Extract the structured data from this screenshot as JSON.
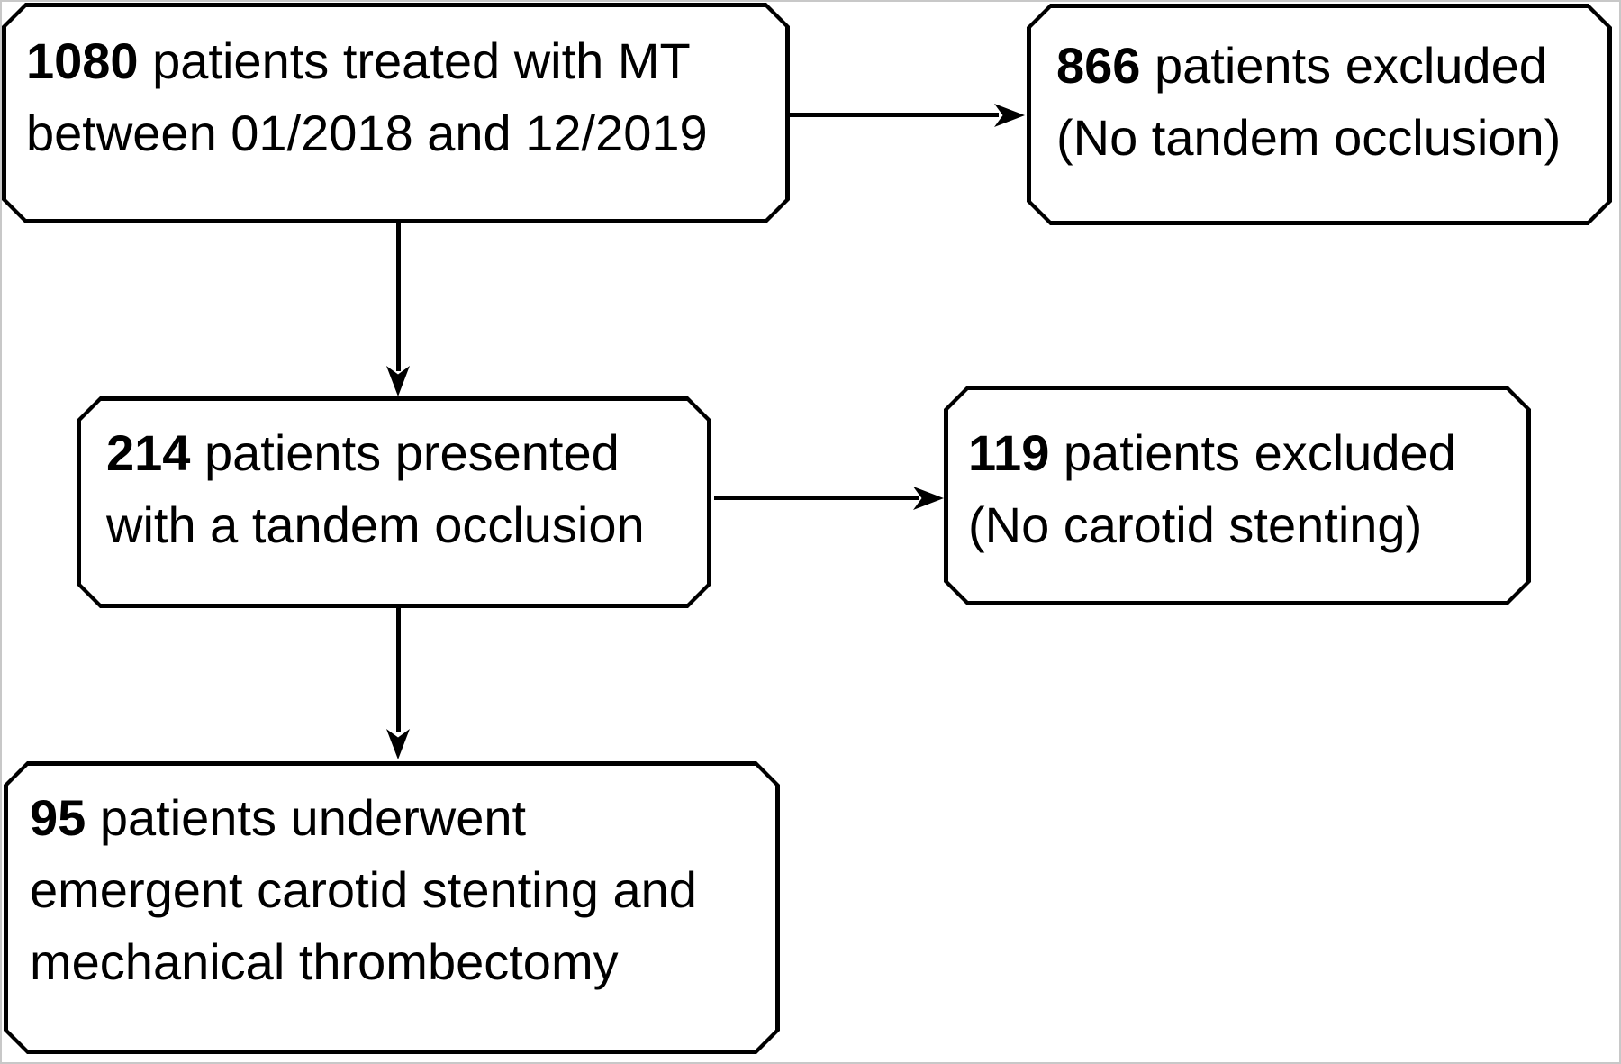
{
  "figure": {
    "type": "flowchart",
    "background": "#ffffff",
    "frame_color": "#c8c8c8",
    "box_border_color": "#000000",
    "box_fill_color": "#ffffff",
    "text_color": "#000000",
    "arrow_color": "#000000"
  },
  "nodes": [
    {
      "id": "treated-mt",
      "label": "1080 patients treated with MT between 01/2018 and 12/2019",
      "lines": [
        {
          "b": "1080",
          "t": " patients treated with MT"
        },
        {
          "b": "",
          "t": "between 01/2018 and 12/2019"
        }
      ]
    },
    {
      "id": "excluded-no-tandem",
      "label": "866 patients excluded (No tandem occlusion)",
      "lines": [
        {
          "b": "866",
          "t": " patients excluded"
        },
        {
          "b": "",
          "t": "(No tandem occlusion)"
        }
      ]
    },
    {
      "id": "tandem-occlusion",
      "label": "214 patients presented with a tandem occlusion",
      "lines": [
        {
          "b": "214",
          "t": " patients presented"
        },
        {
          "b": "",
          "t": "with a tandem occlusion"
        }
      ]
    },
    {
      "id": "excluded-no-stenting",
      "label": "119 patients excluded (No carotid stenting)",
      "lines": [
        {
          "b": "119",
          "t": " patients excluded"
        },
        {
          "b": "",
          "t": "(No carotid stenting)"
        }
      ]
    },
    {
      "id": "stenting-thrombectomy",
      "label": "95 patients underwent emergent carotid stenting and mechanical thrombectomy",
      "lines": [
        {
          "b": "95",
          "t": " patients underwent"
        },
        {
          "b": "",
          "t": "emergent carotid stenting and"
        },
        {
          "b": "",
          "t": "mechanical thrombectomy"
        }
      ]
    }
  ],
  "edges": [
    {
      "from": "treated-mt",
      "to": "excluded-no-tandem",
      "direction": "right"
    },
    {
      "from": "treated-mt",
      "to": "tandem-occlusion",
      "direction": "down"
    },
    {
      "from": "tandem-occlusion",
      "to": "excluded-no-stenting",
      "direction": "right"
    },
    {
      "from": "tandem-occlusion",
      "to": "stenting-thrombectomy",
      "direction": "down"
    }
  ]
}
